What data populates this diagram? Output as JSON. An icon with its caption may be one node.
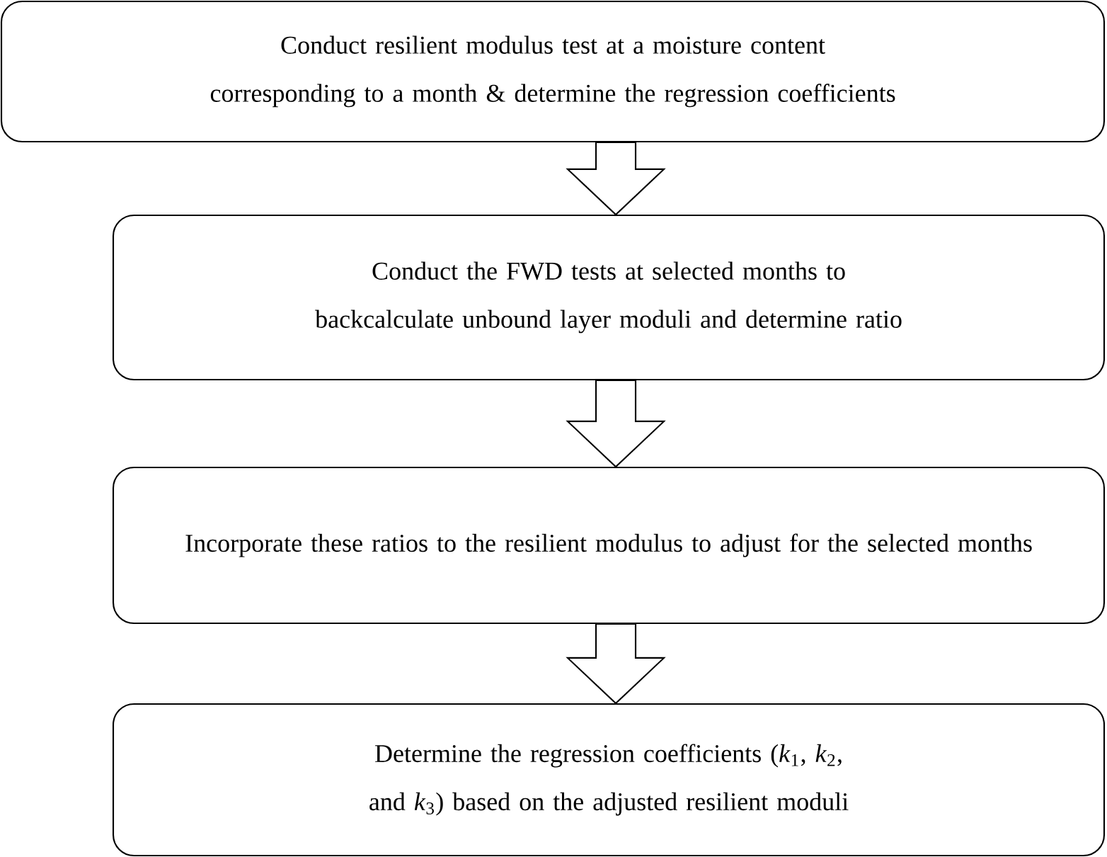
{
  "diagram": {
    "nodes": [
      {
        "text": [
          "Conduct resilient modulus test at a moisture content corresponding to a month & determine the regression coefficients"
        ]
      },
      {
        "text": [
          "Conduct the FWD tests at selected months to backcalculate unbound layer moduli and determine ratio"
        ]
      },
      {
        "text": [
          "Incorporate these ratios to the resilient modulus to adjust for the selected months"
        ]
      },
      {
        "text": [
          "Determine the regression coefficients (*k*$_{1}$, *k*$_{2}$, and *k*$_{3}$) based on the adjusted resilient moduli"
        ]
      }
    ],
    "edges": [
      {
        "from": 0,
        "to": 1,
        "arrow": "to"
      },
      {
        "from": 1,
        "to": 2,
        "arrow": "to"
      },
      {
        "from": 2,
        "to": 3,
        "arrow": "to"
      }
    ]
  }
}
